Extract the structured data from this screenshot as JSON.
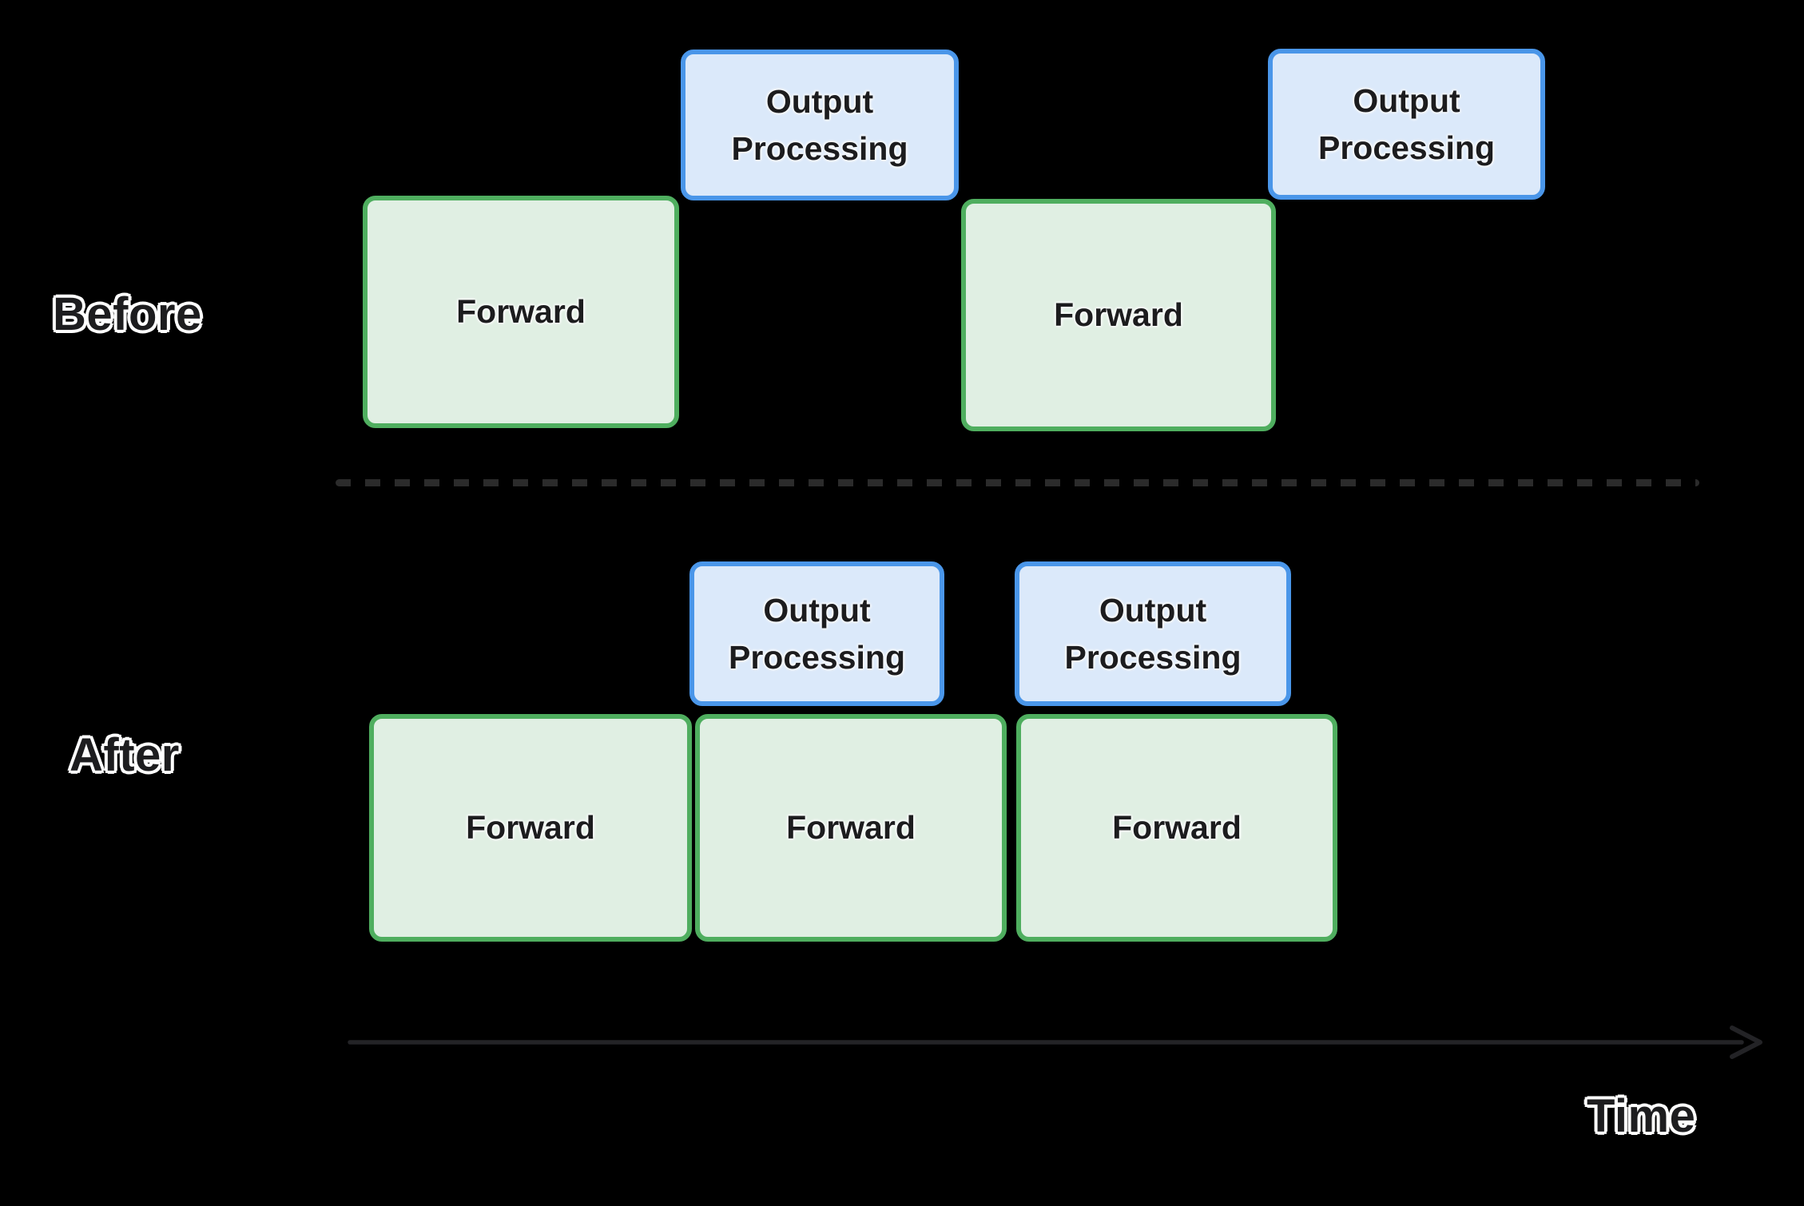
{
  "rows": {
    "before": {
      "label": "Before",
      "boxes": [
        {
          "type": "forward",
          "label": "Forward"
        },
        {
          "type": "output-processing",
          "label": "Output Processing"
        },
        {
          "type": "forward",
          "label": "Forward"
        },
        {
          "type": "output-processing",
          "label": "Output Processing"
        }
      ]
    },
    "after": {
      "label": "After",
      "boxes": [
        {
          "type": "output-processing",
          "label": "Output Processing"
        },
        {
          "type": "output-processing",
          "label": "Output Processing"
        },
        {
          "type": "forward",
          "label": "Forward"
        },
        {
          "type": "forward",
          "label": "Forward"
        },
        {
          "type": "forward",
          "label": "Forward"
        }
      ]
    }
  },
  "time_axis": {
    "label": "Time"
  },
  "colors": {
    "background": "#000000",
    "forward_fill": "#e0efe3",
    "forward_border": "#4fae5f",
    "output_fill": "#dbe9fa",
    "output_border": "#4a96e9",
    "divider": "#2b2b2b",
    "arrow": "#232326",
    "label_fill": "#1d1d1f",
    "label_outline": "#ffffff"
  }
}
